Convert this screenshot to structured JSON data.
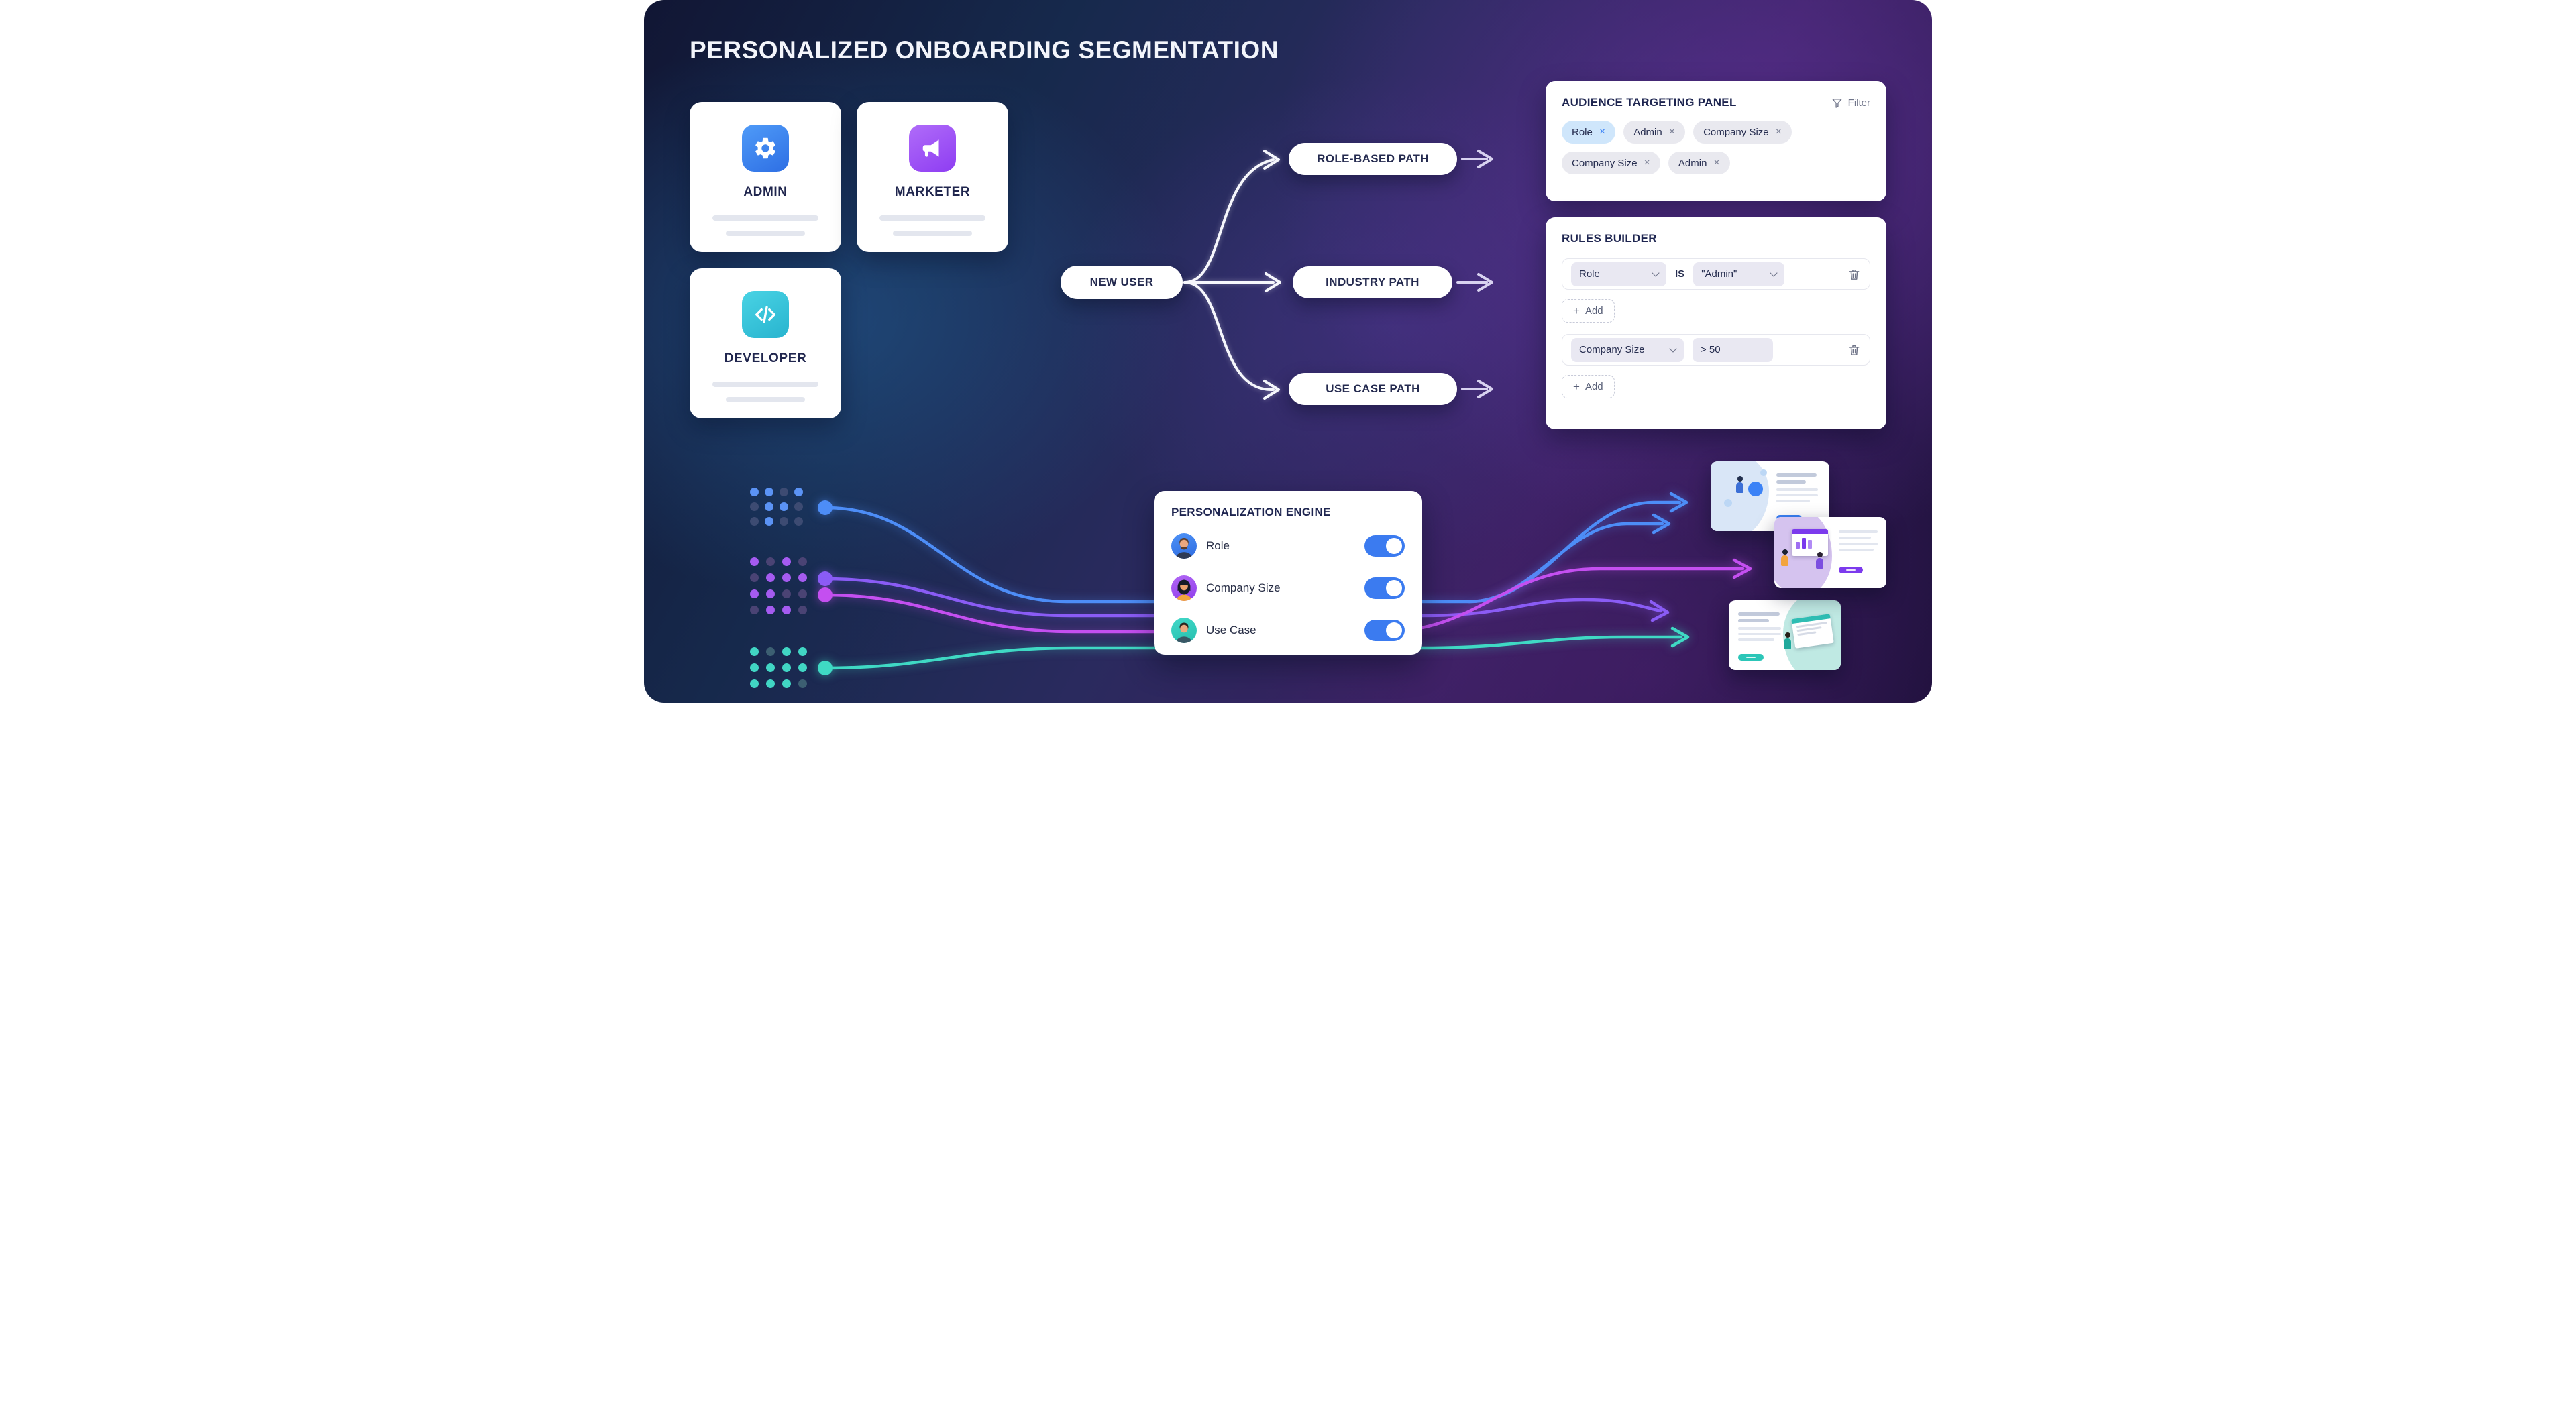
{
  "page": {
    "title": "PERSONALIZED ONBOARDING SEGMENTATION"
  },
  "personas": [
    {
      "label": "ADMIN",
      "icon": "gear-icon",
      "accent": "#3b82f6"
    },
    {
      "label": "MARKETER",
      "icon": "megaphone-icon",
      "accent": "#a259f7"
    },
    {
      "label": "DEVELOPER",
      "icon": "code-icon",
      "accent": "#38c9db"
    }
  ],
  "flow": {
    "root": "NEW USER",
    "paths": [
      {
        "label": "ROLE-BASED PATH"
      },
      {
        "label": "INDUSTRY PATH"
      },
      {
        "label": "USE CASE PATH"
      }
    ]
  },
  "audience": {
    "title": "AUDIENCE TARGETING PANEL",
    "filter_label": "Filter",
    "chips": [
      {
        "label": "Role",
        "active": true
      },
      {
        "label": "Admin",
        "active": false
      },
      {
        "label": "Company Size",
        "active": false
      },
      {
        "label": "Company Size",
        "active": false
      },
      {
        "label": "Admin",
        "active": false
      }
    ]
  },
  "rules": {
    "title": "RULES BUILDER",
    "add_label": "Add",
    "rule1": {
      "field": "Role",
      "operator": "IS",
      "value": "\"Admin\""
    },
    "rule2": {
      "field": "Company Size",
      "value": "> 50"
    }
  },
  "engine": {
    "title": "PERSONALIZATION ENGINE",
    "rows": [
      {
        "label": "Role",
        "on": true
      },
      {
        "label": "Company Size",
        "on": true
      },
      {
        "label": "Use Case",
        "on": true
      }
    ]
  },
  "icons": {
    "close": "×",
    "plus": "+"
  },
  "colors": {
    "stream_blue": "#4d8df7",
    "stream_violet": "#8a5cf5",
    "stream_magenta": "#c44ff0",
    "stream_teal": "#3fd9c4",
    "toggle_on": "#3b7bf0",
    "chip_active_bg": "#cfe6fb",
    "heading_text": "#1e2550"
  },
  "decor": {
    "dot_grids": [
      {
        "name": "blue",
        "bright": "#5b93f5",
        "dim": "#3d4b72",
        "pattern": [
          [
            1,
            1,
            0,
            1
          ],
          [
            0,
            1,
            1,
            0
          ],
          [
            0,
            1,
            0,
            0
          ]
        ]
      },
      {
        "name": "purple",
        "bright": "#a55bf0",
        "dim": "#4a4374",
        "pattern": [
          [
            1,
            0,
            1,
            0
          ],
          [
            0,
            1,
            1,
            1
          ],
          [
            1,
            1,
            0,
            0
          ],
          [
            0,
            1,
            1,
            0
          ]
        ]
      },
      {
        "name": "teal",
        "bright": "#41d6c4",
        "dim": "#3c5f72",
        "pattern": [
          [
            1,
            0,
            1,
            1
          ],
          [
            1,
            1,
            1,
            1
          ],
          [
            1,
            1,
            1,
            0
          ]
        ]
      }
    ]
  }
}
